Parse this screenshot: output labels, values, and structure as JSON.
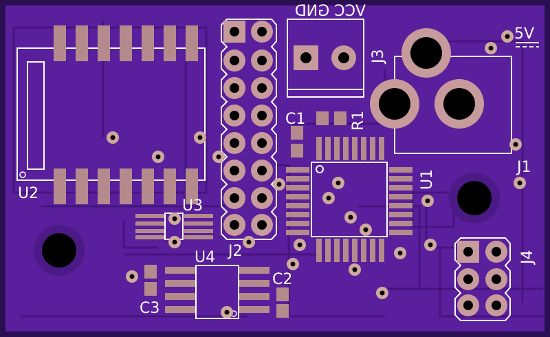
{
  "board": {
    "colors": {
      "background": "#2a0f52",
      "board": "#5a1f9c",
      "board_edge": "#4a1886",
      "trace": "#46147f",
      "pad": "#b48a8c",
      "pad_square": "#c79b9b",
      "silk": "#ffffff",
      "hole": "#000000",
      "via": "#cfa8a0"
    },
    "labels": {
      "u2": "U2",
      "u3": "U3",
      "u4": "U4",
      "u1": "U1",
      "j2": "J2",
      "j3": "J3",
      "j4": "J4",
      "j1": "J1",
      "c1": "C1",
      "c2": "C2",
      "c3": "C3",
      "r1": "R1",
      "vcc_gnd": "VCC GND",
      "five_v": "5V"
    }
  }
}
